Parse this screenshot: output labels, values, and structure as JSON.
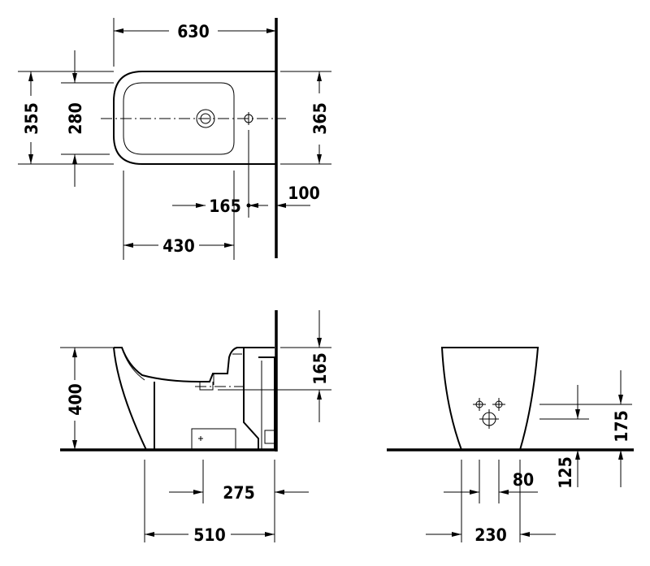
{
  "drawing": {
    "top_view": {
      "dim_overall_length": "630",
      "dim_overall_width": "355",
      "dim_bowl_width": "280",
      "dim_wall_width": "365",
      "dim_outlet_offset": "165",
      "dim_wall_gap": "100",
      "dim_bowl_length": "430"
    },
    "side_view": {
      "dim_height": "400",
      "dim_inlet_height": "165",
      "dim_outlet_depth": "275",
      "dim_base_length": "510"
    },
    "front_view": {
      "dim_connection_height": "175",
      "dim_floor_height": "125",
      "dim_half_spacing": "80",
      "dim_base_width": "230"
    }
  }
}
